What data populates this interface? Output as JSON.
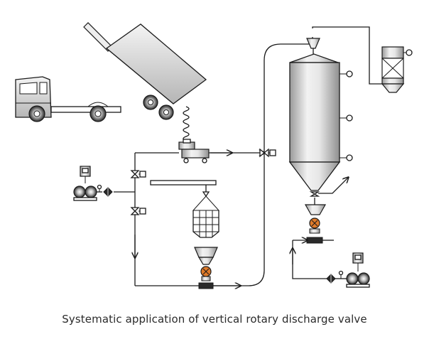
{
  "caption": "Systematic application of vertical rotary discharge valve",
  "colors": {
    "line": "#1a1a1a",
    "metal_light": "#f2f2f2",
    "metal_dark": "#9a9a9a",
    "valve_accent": "#e07b2a",
    "background": "#ffffff"
  },
  "components": [
    {
      "name": "truck",
      "icon": "tipper-truck-icon"
    },
    {
      "name": "tipping-bin",
      "icon": "bin-icon"
    },
    {
      "name": "flexible-hose",
      "icon": "spring-hose-icon"
    },
    {
      "name": "rotary-valve-top",
      "icon": "rotary-valve-icon"
    },
    {
      "name": "storage-silo",
      "icon": "silo-icon"
    },
    {
      "name": "dust-filter",
      "icon": "filter-icon"
    },
    {
      "name": "big-bag-station",
      "icon": "big-bag-icon"
    },
    {
      "name": "blower-left",
      "icon": "blower-icon"
    },
    {
      "name": "blower-right",
      "icon": "blower-icon"
    },
    {
      "name": "discharge-hopper-left",
      "icon": "hopper-icon"
    },
    {
      "name": "discharge-hopper-right",
      "icon": "hopper-icon"
    }
  ]
}
